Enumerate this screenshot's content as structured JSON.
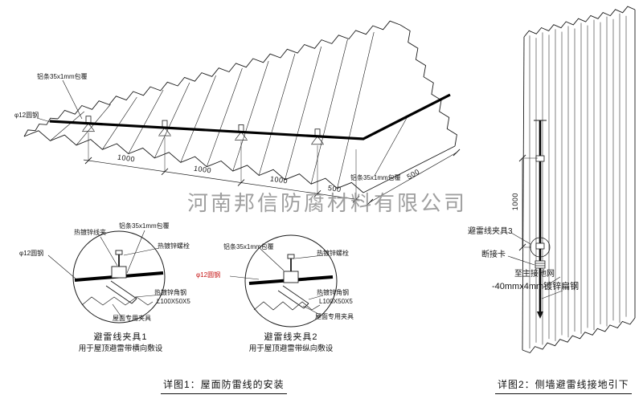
{
  "watermark": "河南邦信防腐材料有限公司",
  "roof": {
    "alu_strip": "铝条35x1mm包覆",
    "round_steel": "φ12圆钢",
    "alu_strip_right": "铝条35x1mm包覆",
    "dim_a": "1000",
    "dim_b": "1000",
    "dim_c": "1000",
    "dim_d": "500",
    "dim_end": "500"
  },
  "detail1": {
    "wire_clamp": "热镀锌线夹",
    "alu_strip": "铝条35x1mm包覆",
    "bolt": "热镀锌螺栓",
    "round_steel": "φ12圆钢",
    "angle_steel": "热镀锌角钢",
    "angle_spec": "L100X50X5",
    "roof_clamp": "屋面专用夹具",
    "title": "避雷线夹具1",
    "subtitle": "用于屋顶避雷带横向敷设"
  },
  "detail2": {
    "alu_strip": "铝条35x1mm包覆",
    "bolt": "热镀锌螺栓",
    "round_steel": "φ12圆钢",
    "angle_steel": "热镀锌角钢",
    "angle_spec": "L100X50X5",
    "roof_clamp": "屋面专用夹具",
    "title": "避雷线夹具2",
    "subtitle": "用于屋顶避雷带纵向敷设"
  },
  "wall": {
    "dim": "1000",
    "clamp3": "避雷线夹具3",
    "disconnect": "断接卡",
    "to_ground": "至主接地网",
    "flat_steel": "-40mmx4mm镀锌扁钢"
  },
  "captions": {
    "detail1": "详图1：屋面防雷线的安装",
    "detail2": "详图2：侧墙避雷线接地引下"
  }
}
